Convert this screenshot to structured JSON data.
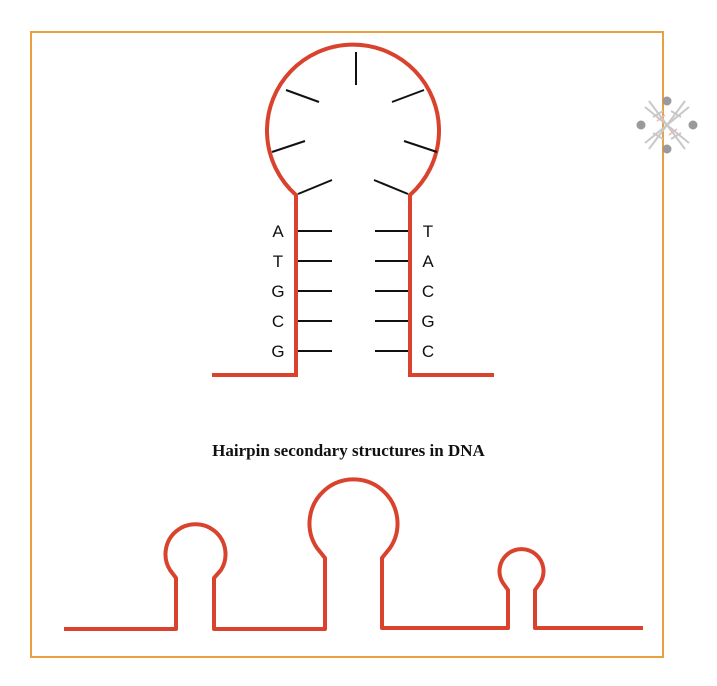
{
  "caption": "Hairpin secondary structures in DNA",
  "hairpin": {
    "left_strand": [
      "A",
      "T",
      "G",
      "C",
      "G"
    ],
    "right_strand": [
      "T",
      "A",
      "C",
      "G",
      "C"
    ]
  },
  "colors": {
    "strand": "#d9432e",
    "frame": "#e8a040",
    "bond": "#111111"
  },
  "icons": [
    "dna-watermark-icon"
  ]
}
